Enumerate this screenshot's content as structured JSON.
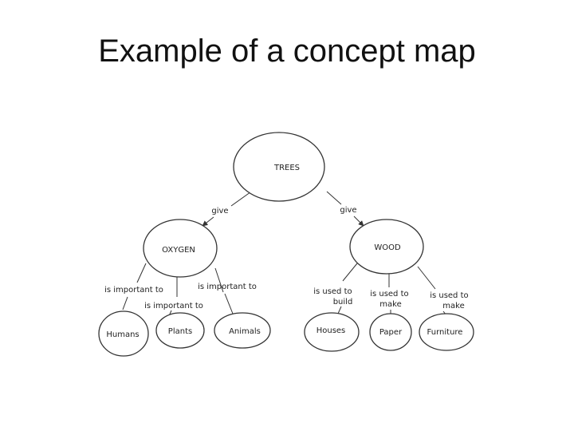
{
  "slide": {
    "title": "Example of a concept map"
  },
  "concept_map": {
    "nodes": {
      "trees": "TREES",
      "oxygen": "OXYGEN",
      "wood": "WOOD",
      "humans": "Humans",
      "plants": "Plants",
      "animals": "Animals",
      "houses": "Houses",
      "paper": "Paper",
      "furniture": "Furniture"
    },
    "links": {
      "trees_oxygen": "give",
      "trees_wood": "give",
      "oxygen_humans": "is important to",
      "oxygen_plants": "is important to",
      "oxygen_animals": "is important to",
      "wood_houses": [
        "is used to",
        "build"
      ],
      "wood_paper": [
        "is used to",
        "make"
      ],
      "wood_furniture": [
        "is used to",
        "make"
      ]
    }
  }
}
